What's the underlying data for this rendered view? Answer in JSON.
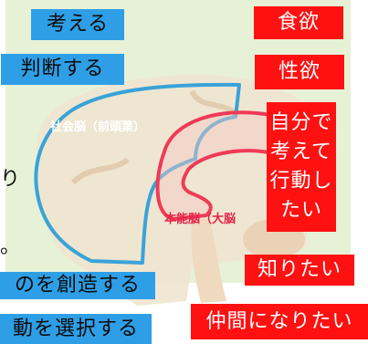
{
  "colors": {
    "background": "#e6f1d6",
    "social_brain": "#39a3d8",
    "instinct_brain": "#ef3b57",
    "blue_label": "#2e9fe6",
    "red_label": "#ff1111"
  },
  "brain": {
    "social_label": "社会脳（前頭葉）",
    "instinct_label": "本能脳（大脳"
  },
  "left_labels": {
    "think": "考える",
    "judge": "判断する",
    "create": "のを創造する",
    "choose": "動を選択する"
  },
  "edge_fragments": {
    "upper": "り",
    "lower": "。"
  },
  "right_labels": {
    "appetite": "食欲",
    "libido": "性欲",
    "act_self": "自分で\n考えて\n行動し\nたい",
    "want_know": "知りたい",
    "want_belong": "仲間になりたい"
  }
}
